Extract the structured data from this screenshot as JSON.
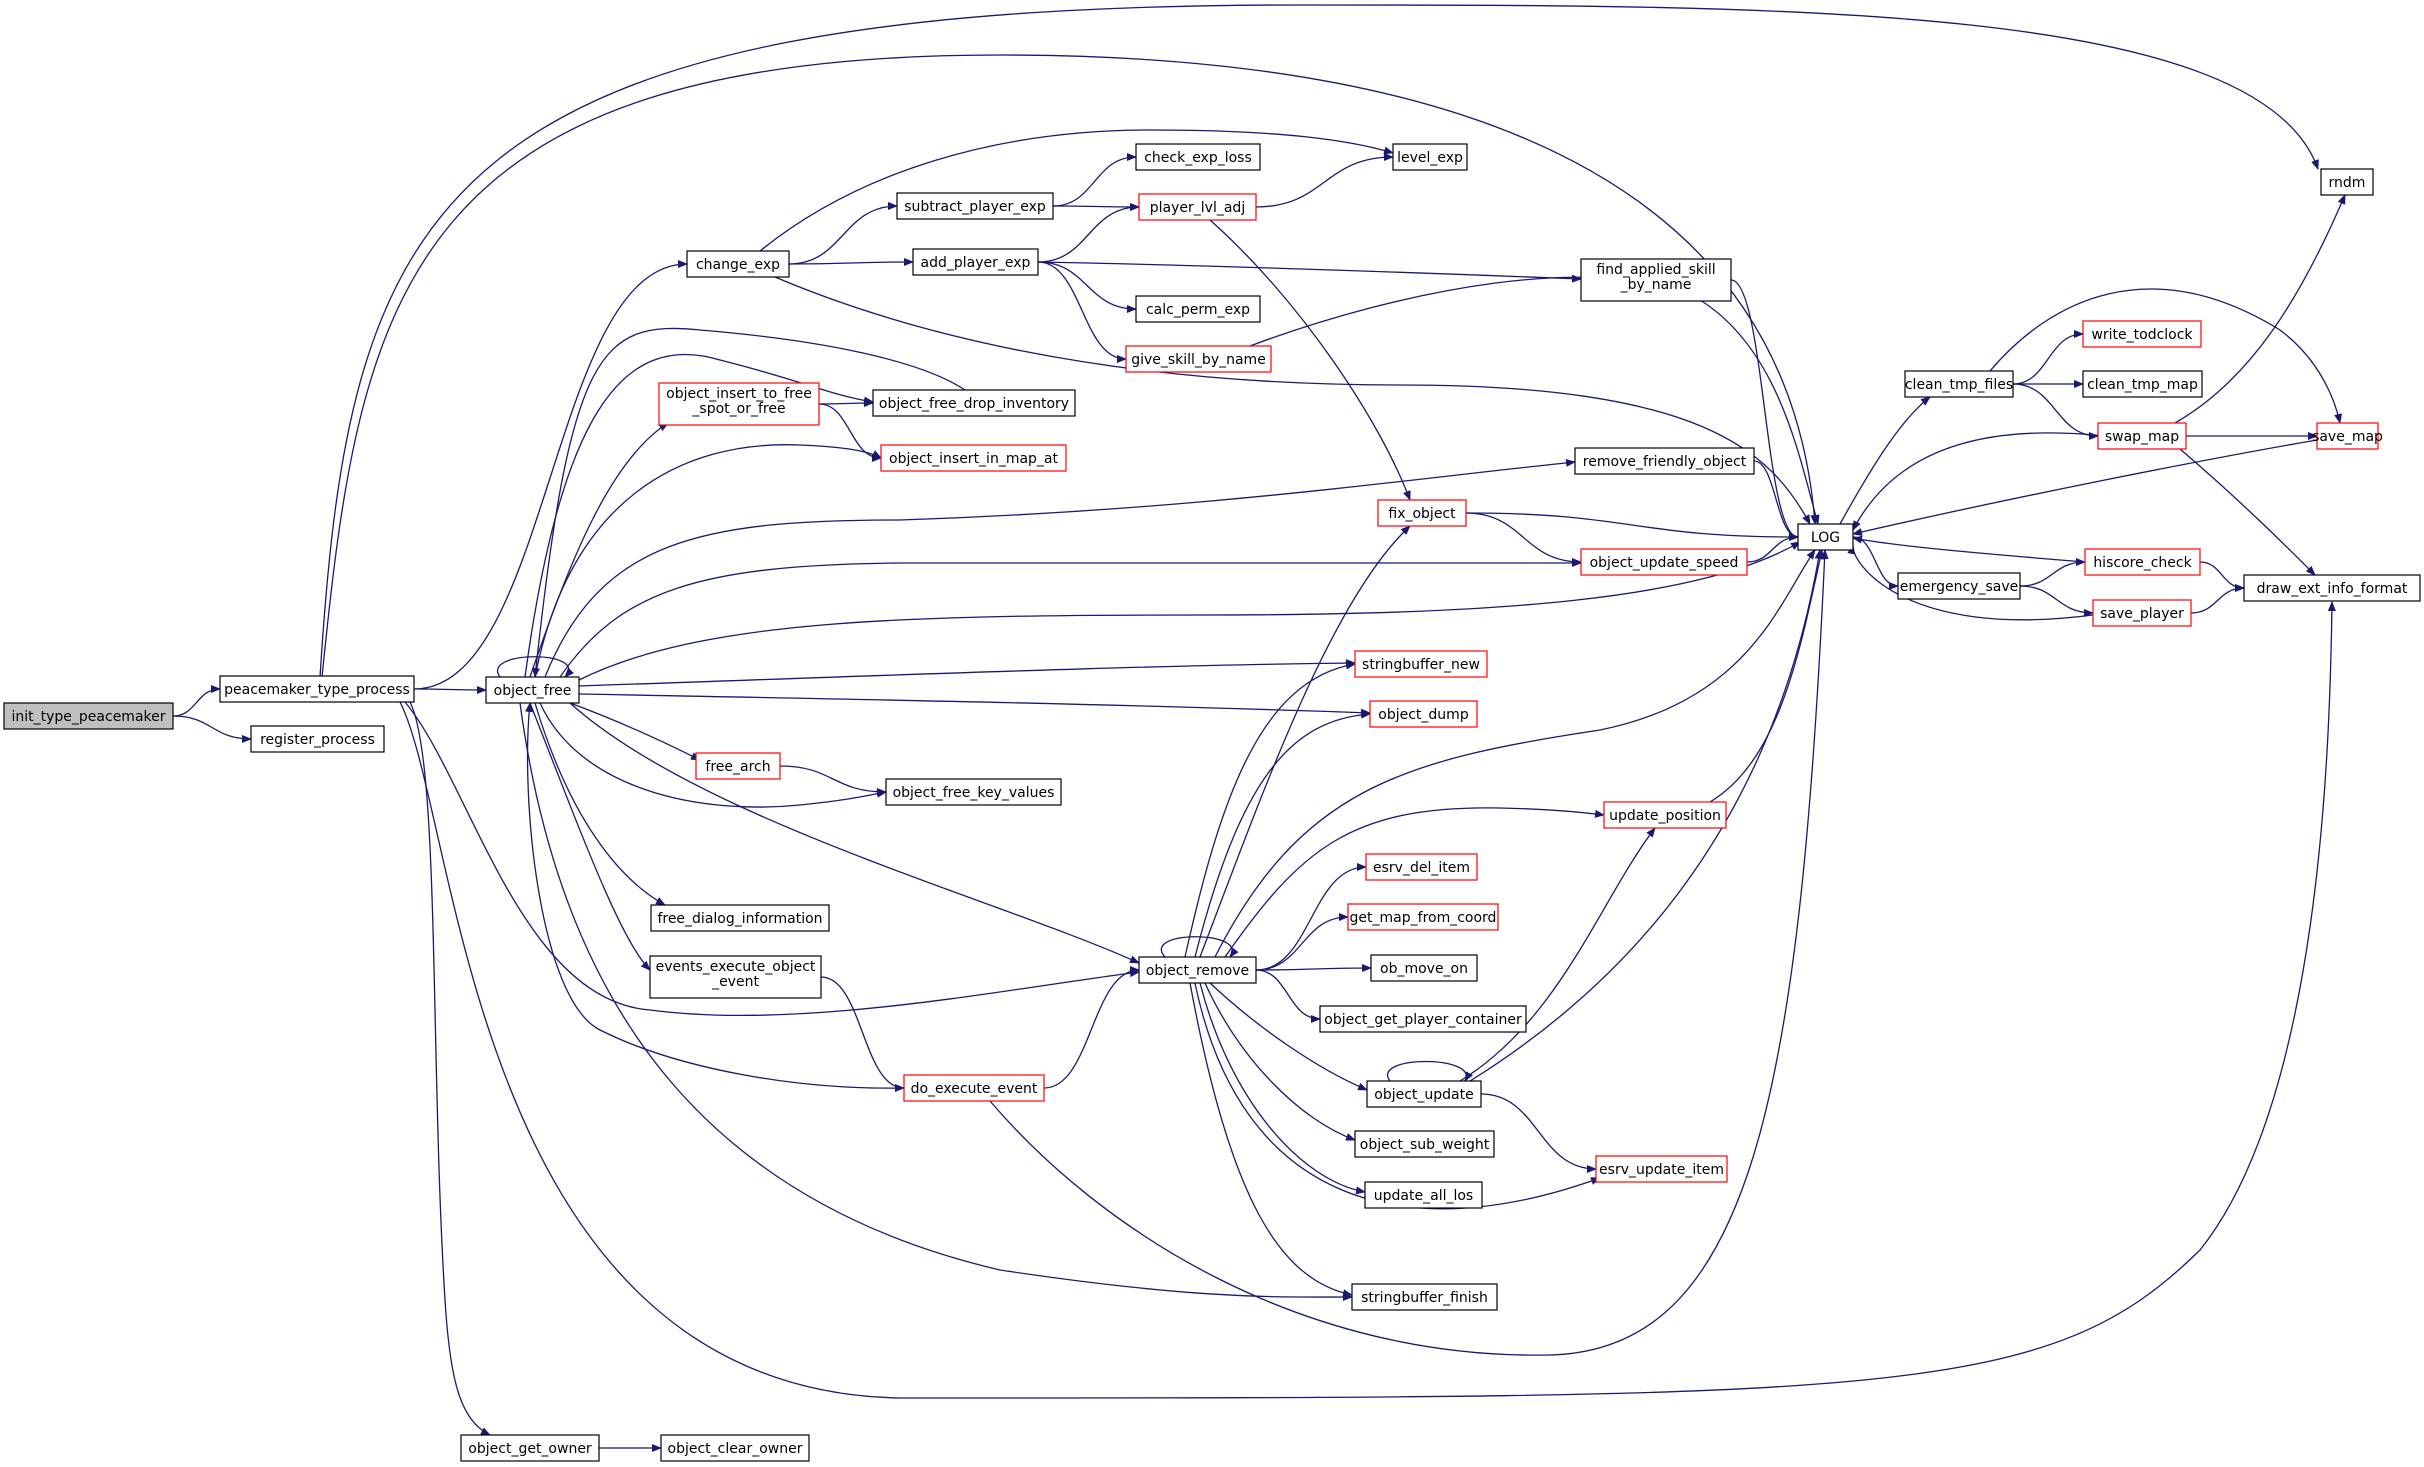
{
  "colors": {
    "edge": "#191970",
    "root_fill": "#bfbfbf",
    "node_fill": "#ffffff",
    "black_border": "#000000",
    "red_border": "#ff0000"
  },
  "nodes": [
    {
      "id": "init_type_peacemaker",
      "lines": [
        "init_type_peacemaker"
      ],
      "border": "black",
      "root": true
    },
    {
      "id": "peacemaker_type_process",
      "lines": [
        "peacemaker_type_process"
      ],
      "border": "black"
    },
    {
      "id": "register_process",
      "lines": [
        "register_process"
      ],
      "border": "black"
    },
    {
      "id": "object_get_owner",
      "lines": [
        "object_get_owner"
      ],
      "border": "black"
    },
    {
      "id": "object_clear_owner",
      "lines": [
        "object_clear_owner"
      ],
      "border": "black"
    },
    {
      "id": "change_exp",
      "lines": [
        "change_exp"
      ],
      "border": "black"
    },
    {
      "id": "subtract_player_exp",
      "lines": [
        "subtract_player_exp"
      ],
      "border": "black"
    },
    {
      "id": "add_player_exp",
      "lines": [
        "add_player_exp"
      ],
      "border": "black"
    },
    {
      "id": "check_exp_loss",
      "lines": [
        "check_exp_loss"
      ],
      "border": "black"
    },
    {
      "id": "player_lvl_adj",
      "lines": [
        "player_lvl_adj"
      ],
      "border": "red"
    },
    {
      "id": "level_exp",
      "lines": [
        "level_exp"
      ],
      "border": "black"
    },
    {
      "id": "calc_perm_exp",
      "lines": [
        "calc_perm_exp"
      ],
      "border": "black"
    },
    {
      "id": "give_skill_by_name",
      "lines": [
        "give_skill_by_name"
      ],
      "border": "red"
    },
    {
      "id": "find_applied_skill",
      "lines": [
        "find_applied_skill",
        "_by_name"
      ],
      "border": "black"
    },
    {
      "id": "object_insert_to_free",
      "lines": [
        "object_insert_to_free",
        "_spot_or_free"
      ],
      "border": "red"
    },
    {
      "id": "object_free_drop_inventory",
      "lines": [
        "object_free_drop_inventory"
      ],
      "border": "black"
    },
    {
      "id": "object_insert_in_map_at",
      "lines": [
        "object_insert_in_map_at"
      ],
      "border": "red"
    },
    {
      "id": "remove_friendly_object",
      "lines": [
        "remove_friendly_object"
      ],
      "border": "black"
    },
    {
      "id": "fix_object",
      "lines": [
        "fix_object"
      ],
      "border": "red"
    },
    {
      "id": "object_update_speed",
      "lines": [
        "object_update_speed"
      ],
      "border": "red"
    },
    {
      "id": "object_free",
      "lines": [
        "object_free"
      ],
      "border": "black"
    },
    {
      "id": "stringbuffer_new",
      "lines": [
        "stringbuffer_new"
      ],
      "border": "red"
    },
    {
      "id": "object_dump",
      "lines": [
        "object_dump"
      ],
      "border": "red"
    },
    {
      "id": "free_arch",
      "lines": [
        "free_arch"
      ],
      "border": "red"
    },
    {
      "id": "object_free_key_values",
      "lines": [
        "object_free_key_values"
      ],
      "border": "black"
    },
    {
      "id": "update_position",
      "lines": [
        "update_position"
      ],
      "border": "red"
    },
    {
      "id": "esrv_del_item",
      "lines": [
        "esrv_del_item"
      ],
      "border": "red"
    },
    {
      "id": "get_map_from_coord",
      "lines": [
        "get_map_from_coord"
      ],
      "border": "red"
    },
    {
      "id": "free_dialog_information",
      "lines": [
        "free_dialog_information"
      ],
      "border": "black"
    },
    {
      "id": "ob_move_on",
      "lines": [
        "ob_move_on"
      ],
      "border": "black"
    },
    {
      "id": "events_execute_object_event",
      "lines": [
        "events_execute_object",
        "_event"
      ],
      "border": "black"
    },
    {
      "id": "object_remove",
      "lines": [
        "object_remove"
      ],
      "border": "black"
    },
    {
      "id": "object_get_player_container",
      "lines": [
        "object_get_player_container"
      ],
      "border": "black"
    },
    {
      "id": "do_execute_event",
      "lines": [
        "do_execute_event"
      ],
      "border": "red"
    },
    {
      "id": "object_update",
      "lines": [
        "object_update"
      ],
      "border": "black"
    },
    {
      "id": "object_sub_weight",
      "lines": [
        "object_sub_weight"
      ],
      "border": "black"
    },
    {
      "id": "esrv_update_item",
      "lines": [
        "esrv_update_item"
      ],
      "border": "red"
    },
    {
      "id": "update_all_los",
      "lines": [
        "update_all_los"
      ],
      "border": "black"
    },
    {
      "id": "stringbuffer_finish",
      "lines": [
        "stringbuffer_finish"
      ],
      "border": "black"
    },
    {
      "id": "LOG",
      "lines": [
        "LOG"
      ],
      "border": "black"
    },
    {
      "id": "clean_tmp_files",
      "lines": [
        "clean_tmp_files"
      ],
      "border": "black"
    },
    {
      "id": "write_todclock",
      "lines": [
        "write_todclock"
      ],
      "border": "red"
    },
    {
      "id": "clean_tmp_map",
      "lines": [
        "clean_tmp_map"
      ],
      "border": "black"
    },
    {
      "id": "swap_map",
      "lines": [
        "swap_map"
      ],
      "border": "red"
    },
    {
      "id": "emergency_save",
      "lines": [
        "emergency_save"
      ],
      "border": "black"
    },
    {
      "id": "hiscore_check",
      "lines": [
        "hiscore_check"
      ],
      "border": "red"
    },
    {
      "id": "save_player",
      "lines": [
        "save_player"
      ],
      "border": "red"
    },
    {
      "id": "rndm",
      "lines": [
        "rndm"
      ],
      "border": "black"
    },
    {
      "id": "save_map",
      "lines": [
        "save_map"
      ],
      "border": "red"
    },
    {
      "id": "draw_ext_info_format",
      "lines": [
        "draw_ext_info_format"
      ],
      "border": "black"
    }
  ],
  "edges": [
    [
      "init_type_peacemaker",
      "peacemaker_type_process"
    ],
    [
      "init_type_peacemaker",
      "register_process"
    ],
    [
      "peacemaker_type_process",
      "object_free"
    ],
    [
      "peacemaker_type_process",
      "change_exp"
    ],
    [
      "peacemaker_type_process",
      "LOG"
    ],
    [
      "peacemaker_type_process",
      "rndm"
    ],
    [
      "peacemaker_type_process",
      "object_remove"
    ],
    [
      "peacemaker_type_process",
      "object_get_owner"
    ],
    [
      "peacemaker_type_process",
      "draw_ext_info_format"
    ],
    [
      "object_get_owner",
      "object_clear_owner"
    ],
    [
      "change_exp",
      "subtract_player_exp"
    ],
    [
      "change_exp",
      "add_player_exp"
    ],
    [
      "change_exp",
      "level_exp"
    ],
    [
      "change_exp",
      "LOG"
    ],
    [
      "subtract_player_exp",
      "check_exp_loss"
    ],
    [
      "subtract_player_exp",
      "player_lvl_adj"
    ],
    [
      "add_player_exp",
      "player_lvl_adj"
    ],
    [
      "add_player_exp",
      "calc_perm_exp"
    ],
    [
      "add_player_exp",
      "give_skill_by_name"
    ],
    [
      "add_player_exp",
      "find_applied_skill"
    ],
    [
      "player_lvl_adj",
      "level_exp"
    ],
    [
      "player_lvl_adj",
      "fix_object"
    ],
    [
      "give_skill_by_name",
      "LOG"
    ],
    [
      "find_applied_skill",
      "LOG"
    ],
    [
      "object_free",
      "object_free"
    ],
    [
      "object_free",
      "object_insert_to_free"
    ],
    [
      "object_free",
      "object_free_drop_inventory"
    ],
    [
      "object_free",
      "object_insert_in_map_at"
    ],
    [
      "object_free",
      "remove_friendly_object"
    ],
    [
      "object_free",
      "object_update_speed"
    ],
    [
      "object_free",
      "LOG"
    ],
    [
      "object_free",
      "stringbuffer_new"
    ],
    [
      "object_free",
      "object_dump"
    ],
    [
      "object_free",
      "free_arch"
    ],
    [
      "object_free",
      "object_free_key_values"
    ],
    [
      "object_free",
      "free_dialog_information"
    ],
    [
      "object_free",
      "events_execute_object_event"
    ],
    [
      "object_free",
      "object_remove"
    ],
    [
      "object_free",
      "stringbuffer_finish"
    ],
    [
      "object_insert_to_free",
      "object_free_drop_inventory"
    ],
    [
      "object_insert_to_free",
      "object_insert_in_map_at"
    ],
    [
      "object_free_drop_inventory",
      "object_free"
    ],
    [
      "free_arch",
      "object_free_key_values"
    ],
    [
      "events_execute_object_event",
      "do_execute_event"
    ],
    [
      "do_execute_event",
      "object_free"
    ],
    [
      "do_execute_event",
      "object_remove"
    ],
    [
      "do_execute_event",
      "LOG"
    ],
    [
      "remove_friendly_object",
      "LOG"
    ],
    [
      "fix_object",
      "LOG"
    ],
    [
      "fix_object",
      "object_update_speed"
    ],
    [
      "object_update_speed",
      "LOG"
    ],
    [
      "object_remove",
      "object_remove"
    ],
    [
      "object_remove",
      "fix_object"
    ],
    [
      "object_remove",
      "stringbuffer_new"
    ],
    [
      "object_remove",
      "object_dump"
    ],
    [
      "object_remove",
      "LOG"
    ],
    [
      "object_remove",
      "update_position"
    ],
    [
      "object_remove",
      "esrv_del_item"
    ],
    [
      "object_remove",
      "get_map_from_coord"
    ],
    [
      "object_remove",
      "ob_move_on"
    ],
    [
      "object_remove",
      "object_get_player_container"
    ],
    [
      "object_remove",
      "object_update"
    ],
    [
      "object_remove",
      "object_sub_weight"
    ],
    [
      "object_remove",
      "update_all_los"
    ],
    [
      "object_remove",
      "esrv_update_item"
    ],
    [
      "object_remove",
      "stringbuffer_finish"
    ],
    [
      "object_update",
      "object_update"
    ],
    [
      "object_update",
      "update_position"
    ],
    [
      "object_update",
      "LOG"
    ],
    [
      "object_update",
      "esrv_update_item"
    ],
    [
      "update_position",
      "LOG"
    ],
    [
      "LOG",
      "clean_tmp_files"
    ],
    [
      "LOG",
      "emergency_save"
    ],
    [
      "clean_tmp_files",
      "write_todclock"
    ],
    [
      "clean_tmp_files",
      "clean_tmp_map"
    ],
    [
      "clean_tmp_files",
      "swap_map"
    ],
    [
      "clean_tmp_files",
      "save_map"
    ],
    [
      "swap_map",
      "LOG"
    ],
    [
      "swap_map",
      "rndm"
    ],
    [
      "swap_map",
      "save_map"
    ],
    [
      "swap_map",
      "draw_ext_info_format"
    ],
    [
      "save_map",
      "LOG"
    ],
    [
      "emergency_save",
      "hiscore_check"
    ],
    [
      "emergency_save",
      "save_player"
    ],
    [
      "hiscore_check",
      "LOG"
    ],
    [
      "hiscore_check",
      "draw_ext_info_format"
    ],
    [
      "save_player",
      "LOG"
    ],
    [
      "save_player",
      "draw_ext_info_format"
    ]
  ]
}
